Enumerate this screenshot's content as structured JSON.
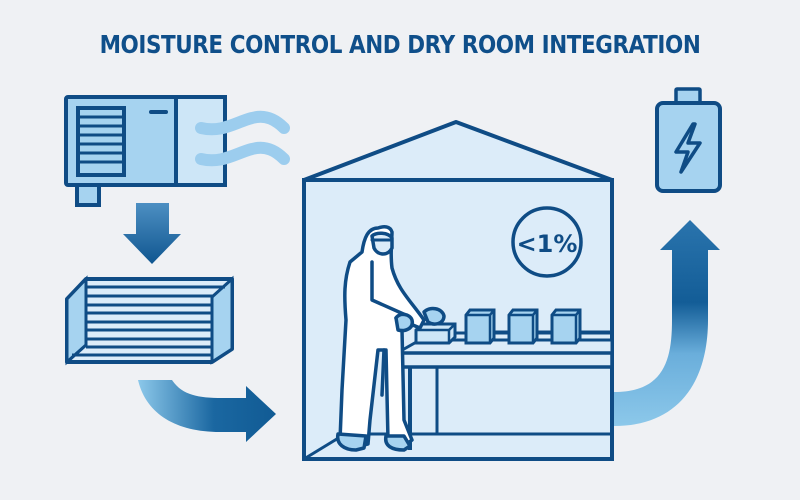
{
  "title": "MOISTURE CONTROL AND DRY ROOM INTEGRATION",
  "colors": {
    "background": "#eff1f4",
    "title": "#0f4f8a",
    "outline": "#0f4c85",
    "fill_light": "#a6d3f0",
    "fill_pale": "#dcecf9",
    "arrow_dark": "#115b94",
    "arrow_light": "#8cc8ea"
  },
  "diagram": {
    "nodes": [
      {
        "id": "dehumidifier-unit",
        "icon": "air-handling-unit-icon"
      },
      {
        "id": "desiccant-filter",
        "icon": "filter-grid-icon"
      },
      {
        "id": "dry-room",
        "icon": "clean-room-icon"
      },
      {
        "id": "battery",
        "icon": "battery-charging-icon"
      }
    ],
    "humidity_badge": "<1%",
    "flow": [
      "dehumidifier-unit",
      "desiccant-filter",
      "dry-room",
      "battery"
    ]
  }
}
